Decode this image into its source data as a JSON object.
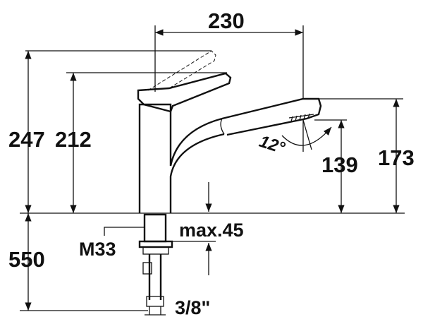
{
  "dimensions": {
    "width_top": "230",
    "height_lever_raised": "247",
    "height_lever": "212",
    "spout_outlet_height": "139",
    "spout_top_height": "173",
    "below_counter_length": "550",
    "thread_size": "M33",
    "max_counter_thickness": "max.45",
    "connection_size": "3/8\"",
    "tilt_angle": "12°"
  },
  "colors": {
    "line": "#111111",
    "background": "#ffffff"
  }
}
